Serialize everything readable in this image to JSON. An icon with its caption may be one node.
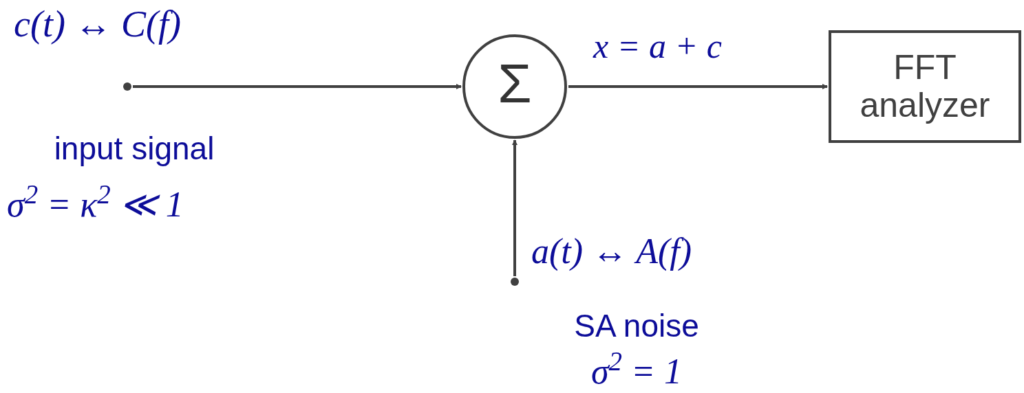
{
  "diagram": {
    "nodes": [
      {
        "text": [],
        "shape": "circle"
      },
      {
        "text": [
          "Σ"
        ]
      },
      {
        "text": [
          "FFT analyzer"
        ]
      },
      {
        "text": [],
        "shape": "circle"
      }
    ],
    "edges": [
      {
        "from": 0,
        "to": 1,
        "arrow": "to"
      },
      {
        "from": 1,
        "to": 2,
        "arrow": "to",
        "label": "x = a + c"
      },
      {
        "from": 3,
        "to": 1,
        "arrow": "to"
      }
    ],
    "labels": [
      "c(t) ↔ C(f)",
      "input signal",
      "σ$^{2}$ = κ$^{2}$ ≪ 1",
      "a(t) ↔ A(f)",
      "SA noise",
      "σ$^{2}$ = 1"
    ]
  }
}
